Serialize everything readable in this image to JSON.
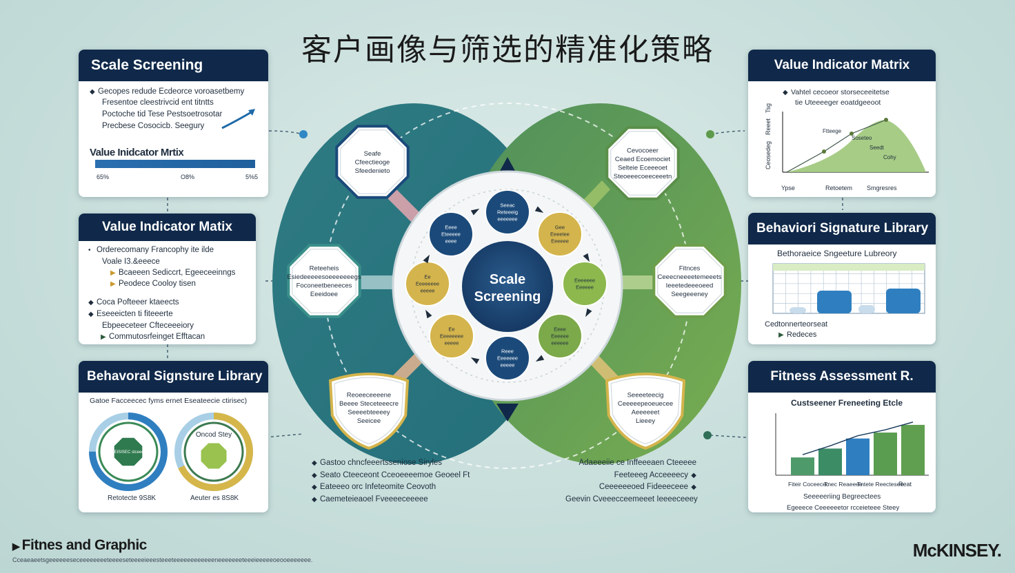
{
  "title": "客户画像与筛选的精准化策略",
  "center": {
    "line1": "Scale",
    "line2": "Screening"
  },
  "cards": {
    "scale_screening": {
      "title": "Scale Screening",
      "lines": [
        "Gecopes redude Ecdeorce voroasetbemy",
        "Fresentoe cleestrivcid ent titntts",
        "Poctoche tid Tese Pestsoetrosotar",
        "Precbese Cosocicb. Seegury"
      ],
      "subhead": "Value Inidcator Mrtix",
      "ticks": [
        "65%",
        "O8%",
        "5%5"
      ]
    },
    "value_indicator_left": {
      "title": "Value Indicator Matix",
      "lines": [
        "Orderecomany Francophy ite ilde",
        "Voale I3.&eeece",
        "Bcaeeen Sediccrt, Egeeceeinngs",
        "Peodece Cooloy tisen",
        "Coca Pofteeer ktaeects",
        "Eseeeicten ti fiteeerte",
        "Ebpeeceteer Cfteceeeiory",
        "Commutosrfeinget Efftacan"
      ]
    },
    "behavioral_left": {
      "title": "Behavoral Signsture Library",
      "caption": "Gatoe Facceecec fyms ernet Eseateecie ctirisec)",
      "donut2_label": "Oncod Stey",
      "donut1_badge": "AEISISEC stceeot",
      "labels": [
        "Retotecte 9S8K",
        "Aeuter es 8S8K"
      ],
      "donut1_percent": 75,
      "donut2_percent": 68,
      "colors": {
        "donut1_main": "#2f7fc0",
        "donut1_accent": "#3a8a56",
        "donut2_main": "#d5b64a",
        "donut2_accent": "#3c7a50"
      }
    },
    "value_indicator_right": {
      "title": "Value Indicator Matrix",
      "lines": [
        "Vahtel cecoeor storseceeitetse",
        "tie Uteeeeger eoatdgeeoot"
      ],
      "ylabels": [
        "Tsg",
        "Reeet",
        "Ceosedeg"
      ],
      "xlabels": [
        "Ypse",
        "Retoetem",
        "Smgresres"
      ],
      "annotations": [
        "Ftteege",
        "Soseteo",
        "Seedt",
        "Cohy"
      ]
    },
    "behavioral_right": {
      "title": "Behaviori Signature Library",
      "subtitle": "Bethoraeice Sngeeture Lubreory",
      "footer_lines": [
        "Cedtonnerteorseat",
        "Redeces"
      ],
      "bar_values": [
        0.15,
        0.55,
        0.2,
        0.6
      ]
    },
    "fitness_right": {
      "title": "Fitness Assessment R.",
      "subtitle": "Custseener Freneeting Etcle",
      "xlabels": [
        "Fiteir Coceecec",
        "Tnec Reaeeee",
        "Tntete Reectesee",
        "Reat"
      ],
      "bars": [
        0.3,
        0.45,
        0.62,
        0.72,
        0.85
      ],
      "footer_lines": [
        "Seeeeeriing Begreectees",
        "Egeeece Ceeeeeetor rcceieteee Steey"
      ]
    }
  },
  "ring_nodes": {
    "top": {
      "lines": [
        "Seafe",
        "Cfeectieoge",
        "Sfeedenieto"
      ]
    },
    "top_right": {
      "lines": [
        "Cevocoeer",
        "Ceaed Ecoemociet",
        "Selteie Eceeeoet",
        "Steoeeecoeeceeetn"
      ]
    },
    "left": {
      "lines": [
        "Reteeheis",
        "Esiedeeeeesoeeeeeeegs",
        "Foconeetbeneeces",
        "Eeeidoee"
      ]
    },
    "right": {
      "lines": [
        "Fitnces",
        "Ceeecneeeetemeeets",
        "Ieeetedeeeoeed",
        "Seegeeeney"
      ]
    },
    "bottom_left": {
      "lines": [
        "Reoeeceeeene",
        "Beeee Steceteeecre",
        "Seeeebteeeey",
        "Seeicee"
      ]
    },
    "bottom_right": {
      "lines": [
        "Seeeeteecig",
        "Ceeeeepeoeuecee",
        "Aeeeeeet",
        "Lieeey"
      ]
    }
  },
  "inner_nodes": [
    {
      "lines": [
        "Seeac",
        "Reteeeig",
        "eeeeeee"
      ]
    },
    {
      "lines": [
        "Gee",
        "Eeeetee",
        "Eeeeee"
      ]
    },
    {
      "lines": [
        "Eeee",
        "Eteeeee",
        "eeee"
      ]
    },
    {
      "lines": [
        "Eeeeeee",
        "Eeeeee"
      ]
    },
    {
      "lines": [
        "Ee",
        "Eeeeeeee",
        "eeeee"
      ]
    },
    {
      "lines": [
        "Eeee",
        "Eeeeee",
        "eeeeee"
      ]
    },
    {
      "lines": [
        "Ee",
        "Eeeeeeee",
        "eeeee"
      ]
    },
    {
      "lines": [
        "Reee",
        "Eeeeeee",
        "eeeee"
      ]
    }
  ],
  "legend_left": [
    "Gastoo chncfeeertsseniose Siryles",
    "Seato Cteeceont Cceoeeeemoe Geoeel Ft",
    "Eateeeo orc Infeteomite Ceovoth",
    "Caemeteieaoel Fveeeeceeeee"
  ],
  "legend_right": [
    "Adaeeeiie ce Inffeeeaen Cteeeee",
    "Feeteeeg Acceeeecy",
    "Ceeeeeeoed Fideeeceee",
    "Geevin Cveeecceemeeet Ieeeeceeey"
  ],
  "footer": {
    "title": "Fitnes and Graphic",
    "subtitle": "Cceaeaeetsgeeeeeeseceeeeeeeeteeeeseteeeeieeesteeeteeeeeeeeeeeeneeeeeeeteeeieeeeeoeooeeeeeee.",
    "brand": "McKINSEY."
  },
  "palette": {
    "navy": "#10294a",
    "teal": "#3a8f8a",
    "green": "#6ea24f",
    "gold": "#d4b44c",
    "blue": "#2f7fc0"
  }
}
